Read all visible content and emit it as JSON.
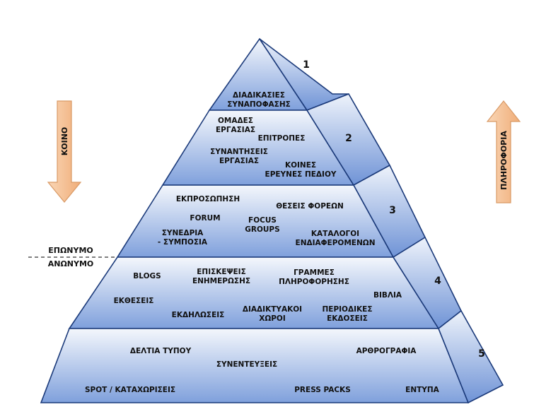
{
  "levels": [
    {
      "number": "1",
      "labels": [
        "ΔΙΑΔΙΚΑΣΙΕΣ",
        "ΣΥΝΑΠΟΦΑΣΗΣ"
      ]
    },
    {
      "number": "2",
      "labels": [
        "ΟΜΑΔΕΣ",
        "ΕΡΓΑΣΙΑΣ",
        "ΕΠΙΤΡΟΠΕΣ",
        "ΣΥΝΑΝΤΗΣΕΙΣ",
        "ΕΡΓΑΣΙΑΣ",
        "ΚΟΙΝΕΣ",
        "ΕΡΕΥΝΕΣ ΠΕΔΙΟΥ"
      ]
    },
    {
      "number": "3",
      "labels": [
        "ΕΚΠΡΟΣΩΠΗΣΗ",
        "ΘΕΣΕΙΣ ΦΟΡΕΩΝ",
        "FORUM",
        "FOCUS",
        "GROUPS",
        "ΣΥΝΕΔΡΙΑ",
        "- ΣΥΜΠΟΣΙΑ",
        "ΚΑΤΑΛΟΓΟΙ",
        "ΕΝΔΙΑΦΕΡΟΜΕΝΩΝ"
      ]
    },
    {
      "number": "4",
      "labels": [
        "BLOGS",
        "ΕΠΙΣΚΕΨΕΙΣ",
        "ΕΝΗΜΕΡΩΣΗΣ",
        "ΓΡΑΜΜΕΣ",
        "ΠΛΗΡΟΦΟΡΗΣΗΣ",
        "ΒΙΒΛΙΑ",
        "ΕΚΘΕΣΕΙΣ",
        "ΕΚΔΗΛΩΣΕΙΣ",
        "ΔΙΑΔΙΚΤΥΑΚΟΙ",
        "ΧΩΡΟΙ",
        "ΠΕΡΙΟΔΙΚΕΣ",
        "ΕΚΔΟΣΕΙΣ"
      ]
    },
    {
      "number": "5",
      "labels": [
        "ΔΕΛΤΙΑ ΤΥΠΟΥ",
        "ΑΡΘΡΟΓΡΑΦΙΑ",
        "ΣΥΝΕΝΤΕΥΞΕΙΣ",
        "SPOT / ΚΑΤΑΧΩΡΙΣΕΙΣ",
        "PRESS PACKS",
        "ΕΝΤΥΠΑ"
      ]
    }
  ],
  "left_arrow_label": "ΚΟΙΝΟ",
  "right_arrow_label": "ΠΛΗΡΟΦΟΡΙΑ",
  "divider_top": "ΕΠΩΝΥΜΟ",
  "divider_bottom": "ΑΝΩΝΥΜΟ",
  "colors": {
    "face_light": "#f4f7fc",
    "face_dark": "#7fa0dc",
    "side_light": "#eef3fb",
    "side_dark": "#6f93d6",
    "arrow_fill": "#f5c49a",
    "arrow_stroke": "#d99a66",
    "edge": "#1b3a7a"
  }
}
